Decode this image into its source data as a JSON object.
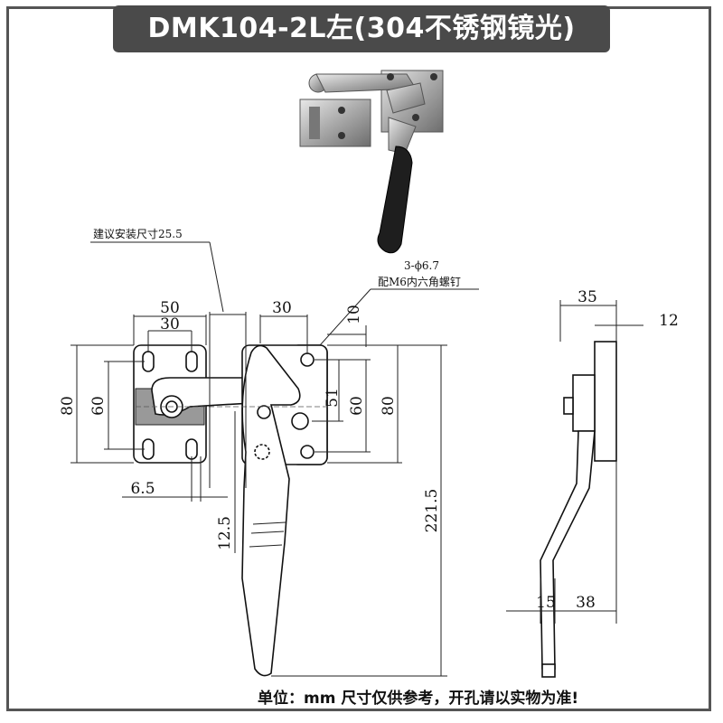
{
  "title": "DMK104-2L左(304不锈钢镜光)",
  "notes": {
    "install_size": "建议安装尺寸25.5",
    "hole_spec": "3-ϕ6.7",
    "screw_spec": "配M6内六角螺钉"
  },
  "dimensions": {
    "d50": "50",
    "d30_left": "30",
    "d30_right": "30",
    "d10": "10",
    "d80_left": "80",
    "d60_left": "60",
    "d51": "51",
    "d60_right": "60",
    "d80_right": "80",
    "d6_5": "6.5",
    "d12_5": "12.5",
    "d221_5": "221.5",
    "d35": "35",
    "d12": "12",
    "d15": "15",
    "d38": "38"
  },
  "footer": "单位：mm  尺寸仅供参考，开孔请以实物为准!"
}
